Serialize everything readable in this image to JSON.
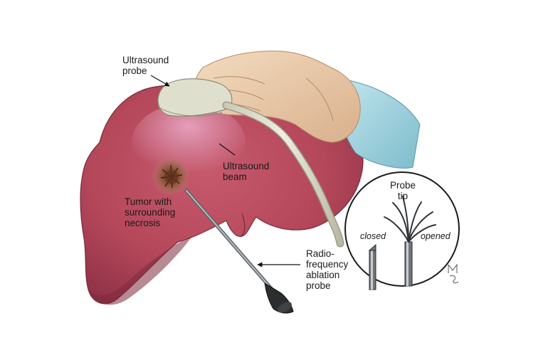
{
  "labels": {
    "ultrasound_probe": "Ultrasound\nprobe",
    "ultrasound_beam": "Ultrasound\nbeam",
    "tumor": "Tumor with\nsurrounding\nnecrosis",
    "rfa_probe": "Radio-\nfrequency\nablation\nprobe",
    "probe_tip": "Probe\ntip",
    "closed": "closed",
    "opened": "opened"
  },
  "colors": {
    "liver": "#b4475a",
    "liver_dark": "#8a2f42",
    "skin": "#eccca8",
    "sleeve": "#9fd3df",
    "probe_body": "#dedfcc",
    "needle": "#7a7f85"
  },
  "icons": {
    "signature": "artist-monogram"
  }
}
